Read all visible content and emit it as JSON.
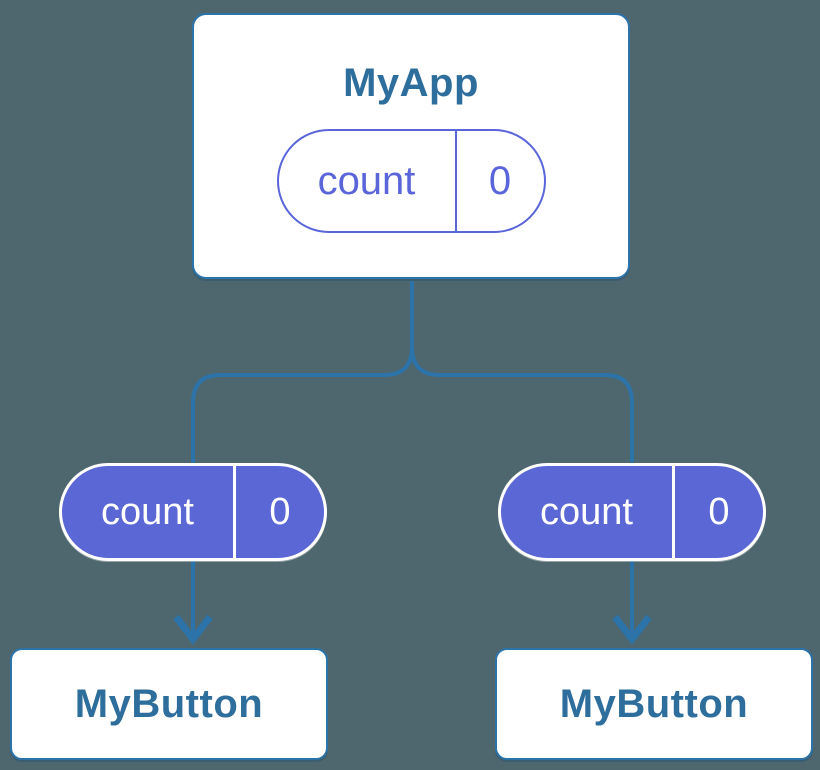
{
  "colors": {
    "bg": "#4E676F",
    "line-blue": "#2B73A9",
    "text-blue": "#2E6E9C",
    "purple": "#5C67D6",
    "purple-outline": "#5A65DA",
    "white": "#FFFFFF"
  },
  "diagram": {
    "type": "component-tree",
    "root": {
      "title": "MyApp",
      "state": {
        "name": "count",
        "value": "0"
      }
    },
    "children": [
      {
        "title": "MyButton",
        "prop": {
          "name": "count",
          "value": "0"
        }
      },
      {
        "title": "MyButton",
        "prop": {
          "name": "count",
          "value": "0"
        }
      }
    ]
  }
}
